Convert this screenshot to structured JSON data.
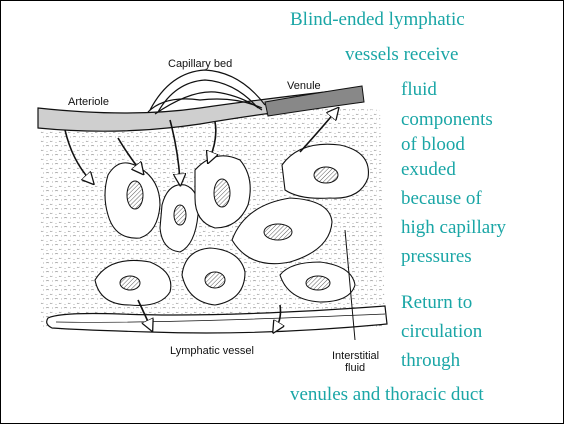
{
  "colors": {
    "caption": "#1aa6a6",
    "vessel_fill": "#cfcfcf",
    "venule_fill": "#888888",
    "ink": "#111111",
    "stipple": "#9a9a9a"
  },
  "labels": {
    "capillary_bed": "Capillary bed",
    "arteriole": "Arteriole",
    "venule": "Venule",
    "lymphatic_vessel": "Lymphatic vessel",
    "interstitial_line1": "Interstitial",
    "interstitial_line2": "fluid"
  },
  "caption": {
    "line1": "Blind-ended lymphatic",
    "line2": "vessels receive",
    "line3": "fluid",
    "line4": "components",
    "line5": "of blood",
    "line6": "exuded",
    "line7": "because of",
    "line8": "high capillary",
    "line9": "pressures",
    "line10": "Return to",
    "line11": "circulation",
    "line12": "through",
    "line13": "venules and thoracic duct"
  }
}
